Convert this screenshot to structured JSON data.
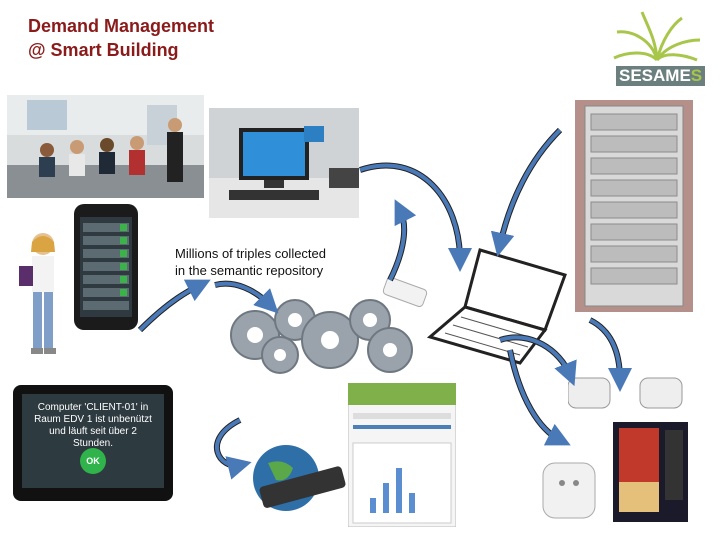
{
  "title": {
    "line1": "Demand Management",
    "line2": "@ Smart Building"
  },
  "logo": {
    "text_main": "SESAME",
    "text_s": "S"
  },
  "caption": {
    "line1": "Millions of triples collected",
    "line2": "in the semantic repository"
  },
  "tablet": {
    "message": "Computer 'CLIENT-01' in Raum EDV 1 ist unbenützt und läuft seit über 2 Stunden.",
    "ok_label": "OK"
  },
  "colors": {
    "title": "#8b1a1a",
    "arrow": "#4a79b8",
    "logo_green": "#a8c64a"
  }
}
